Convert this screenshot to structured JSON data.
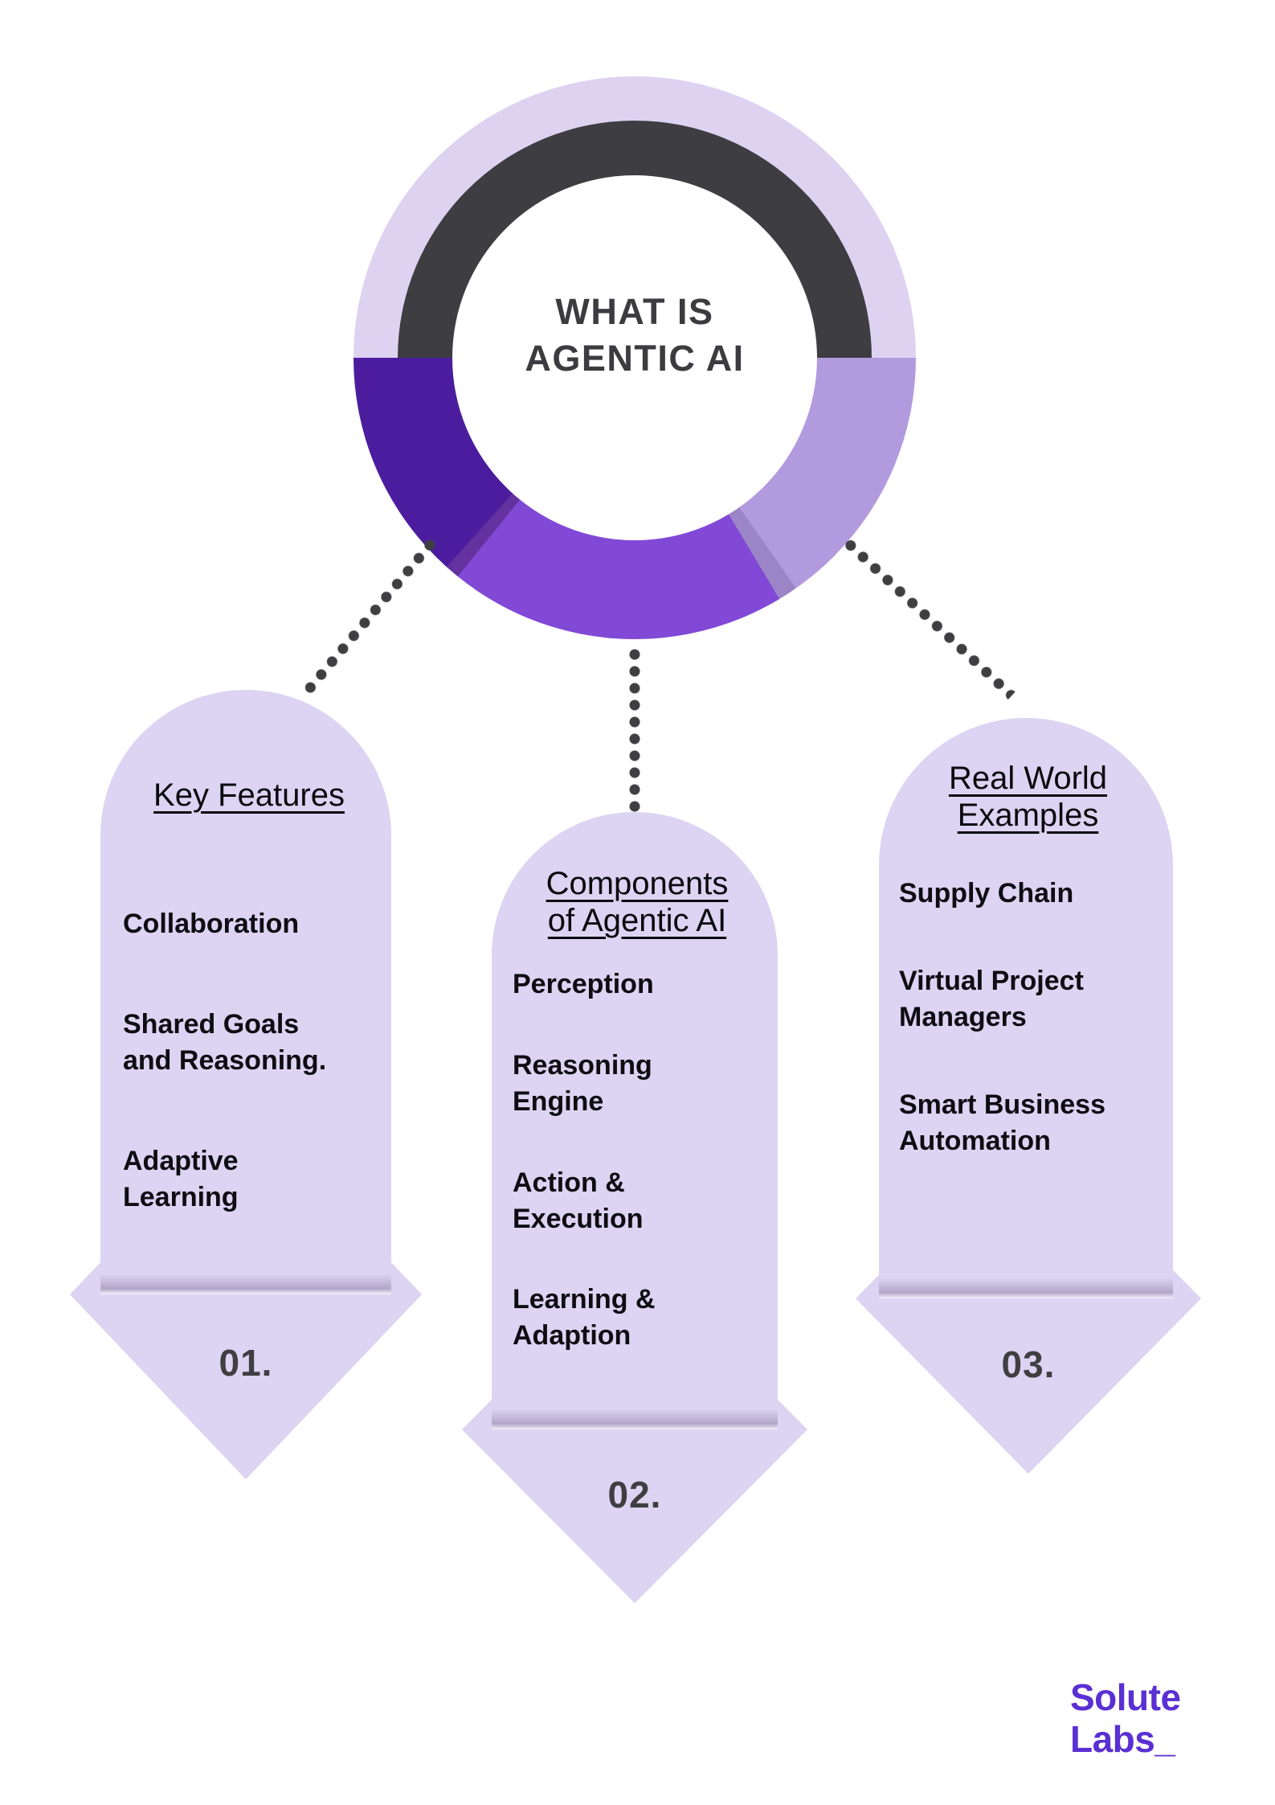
{
  "infographic": {
    "title": "WHAT IS\nAGENTIC AI",
    "columns": [
      {
        "heading": "Key Features",
        "items": [
          "Collaboration",
          "Shared Goals\nand Reasoning.",
          "Adaptive\nLearning"
        ],
        "number": "01."
      },
      {
        "heading": "Components\nof Agentic AI",
        "items": [
          "Perception",
          "Reasoning\nEngine",
          "Action &\nExecution",
          "Learning &\nAdaption"
        ],
        "number": "02."
      },
      {
        "heading": "Real World\nExamples",
        "items": [
          "Supply Chain",
          "Virtual Project\nManagers",
          "Smart Business\nAutomation"
        ],
        "number": "03."
      }
    ],
    "logo": "Solute\nLabs_",
    "colors": {
      "pill_lavender": "#ddd3f2",
      "ring_lavender": "#ded2f1",
      "ring_gray": "#3d3d42",
      "ring_dark_purple": "#4b1d9e",
      "ring_medium_purple": "#8149d6",
      "ring_light_purple": "#b29ade",
      "text_dark": "#0d0d12",
      "number_gray": "#3f3f42",
      "logo_purple": "#5a2fd3"
    }
  }
}
